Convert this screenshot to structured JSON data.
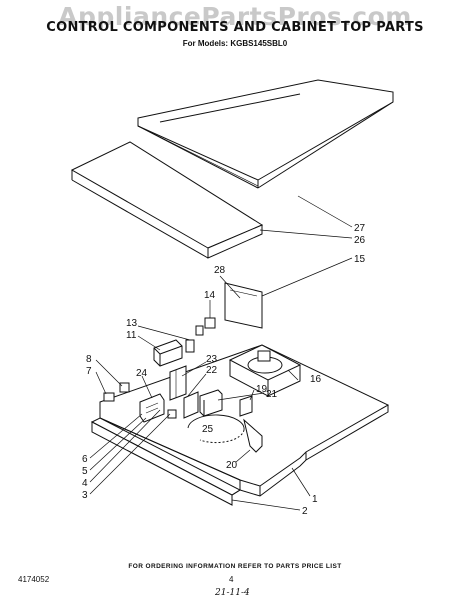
{
  "watermark": "AppliancePartsPros.com",
  "header": {
    "title": "CONTROL COMPONENTS AND CABINET TOP PARTS",
    "subtitle": "For Models: KGBS145SBL0"
  },
  "callouts": {
    "c1": "1",
    "c2": "2",
    "c3": "3",
    "c4": "4",
    "c5": "5",
    "c6": "6",
    "c7": "7",
    "c8": "8",
    "c11": "11",
    "c13": "13",
    "c14": "14",
    "c15": "15",
    "c16": "16",
    "c19": "19",
    "c20": "20",
    "c21": "21",
    "c22": "22",
    "c23": "23",
    "c24": "24",
    "c25": "25",
    "c26": "26",
    "c27": "27",
    "c28": "28"
  },
  "footer": {
    "note": "FOR ORDERING INFORMATION REFER TO PARTS PRICE LIST",
    "doc_number": "4174052",
    "page": "4",
    "handwritten": "21-11-4"
  }
}
